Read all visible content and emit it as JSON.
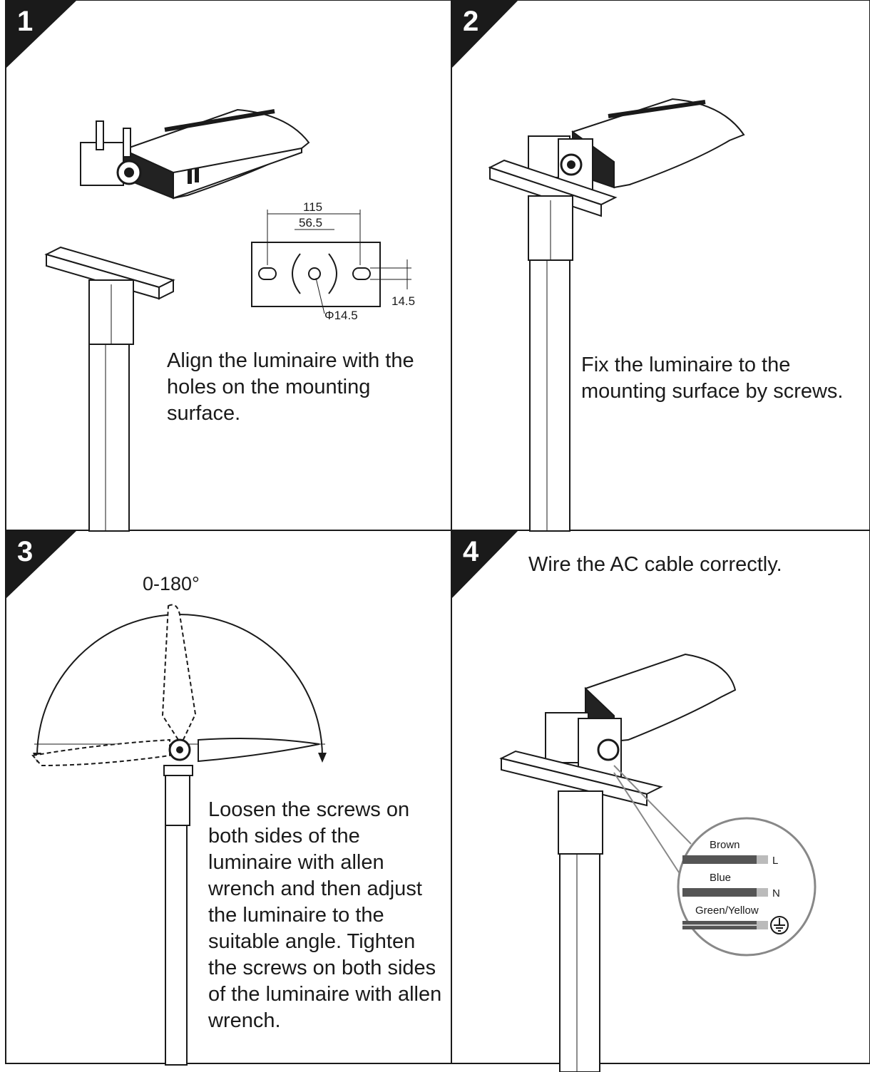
{
  "steps": [
    {
      "number": "1",
      "text": "Align the luminaire with the holes on the mounting surface."
    },
    {
      "number": "2",
      "text": "Fix the luminaire to the mounting surface by screws."
    },
    {
      "number": "3",
      "text": "Loosen the screws on both sides of the luminaire with allen wrench and then adjust the luminaire to the suitable angle. Tighten the screws on both sides of the luminaire with allen wrench."
    },
    {
      "number": "4",
      "text": "Wire the AC cable correctly."
    }
  ],
  "bracket_dimensions": {
    "outer_hole_spacing": "115",
    "inner_hole_spacing": "56.5",
    "slot_width": "14.5",
    "center_hole_diameter": "Φ14.5"
  },
  "rotation_range": "0-180°",
  "wiring": [
    {
      "wire": "Brown",
      "terminal": "L",
      "color": "#555555"
    },
    {
      "wire": "Blue",
      "terminal": "N",
      "color": "#555555"
    },
    {
      "wire": "Green/Yellow",
      "terminal": "earth",
      "color": "#555555"
    }
  ],
  "colors": {
    "line": "#1a1a1a",
    "badge": "#1a1a1a",
    "pole": "#ffffff"
  }
}
